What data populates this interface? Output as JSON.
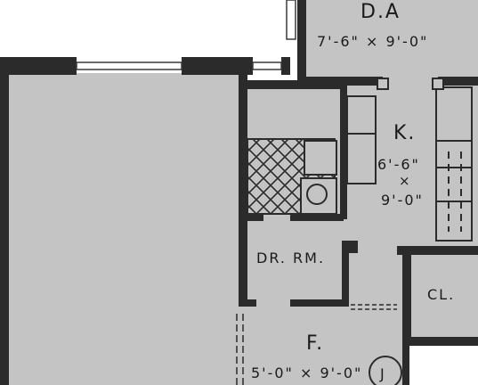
{
  "rooms": {
    "dining_area": {
      "name": "D.A",
      "dims": "7'-6\" × 9'-0\""
    },
    "kitchen": {
      "name": "K.",
      "dim_width": "6'-6\"",
      "dim_sep": "×",
      "dim_length": "9'-0\""
    },
    "dressing_room": {
      "name": "DR. RM."
    },
    "closet": {
      "name": "CL."
    },
    "foyer": {
      "name": "F.",
      "dims": "5'-0\" × 9'-0\""
    }
  },
  "unit_marker": {
    "label": "J"
  },
  "colors": {
    "floor": "#c4c4c4",
    "wall": "#2b2b2b",
    "line": "#3a3a3a",
    "background": "#ffffff"
  }
}
